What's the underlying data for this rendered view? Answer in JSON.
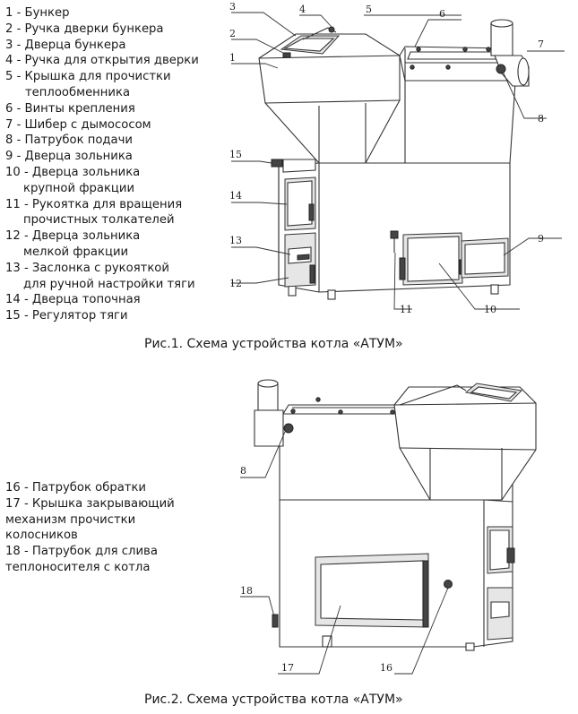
{
  "figure1": {
    "legend": [
      "1 - Бункер",
      "2 - Ручка дверки бункера",
      "3 - Дверца бункера",
      "4 - Ручка для открытия дверки",
      "5 - Крышка для прочистки",
      "     теплообменника",
      "6 - Винты крепления",
      "7 - Шибер с дымососом",
      "8 - Патрубок подачи",
      "9 - Дверца зольника",
      "10 - Дверца зольника",
      "       крупной фракции",
      "11 - Рукоятка для вращения",
      "       прочистных толкателей",
      "12 - Дверца зольника",
      "       мелкой фракции",
      "13 - Заслонка с рукояткой",
      "       для ручной настройки тяги",
      "14 - Дверца топочная",
      "15 - Регулятор тяги"
    ],
    "caption": "Рис.1. Схема устройства котла «АТУМ»",
    "callouts": [
      "1",
      "2",
      "3",
      "4",
      "5",
      "6",
      "7",
      "8",
      "9",
      "10",
      "11",
      "12",
      "13",
      "14",
      "15"
    ]
  },
  "figure2": {
    "legend": [
      "16 - Патрубок обратки",
      "17 - Крышка закрывающий",
      "механизм прочистки",
      "колосников",
      "18 - Патрубок для слива",
      "теплоносителя с котла"
    ],
    "caption": "Рис.2. Схема устройства котла «АТУМ»",
    "callouts": [
      "8",
      "18",
      "17",
      "16"
    ]
  }
}
